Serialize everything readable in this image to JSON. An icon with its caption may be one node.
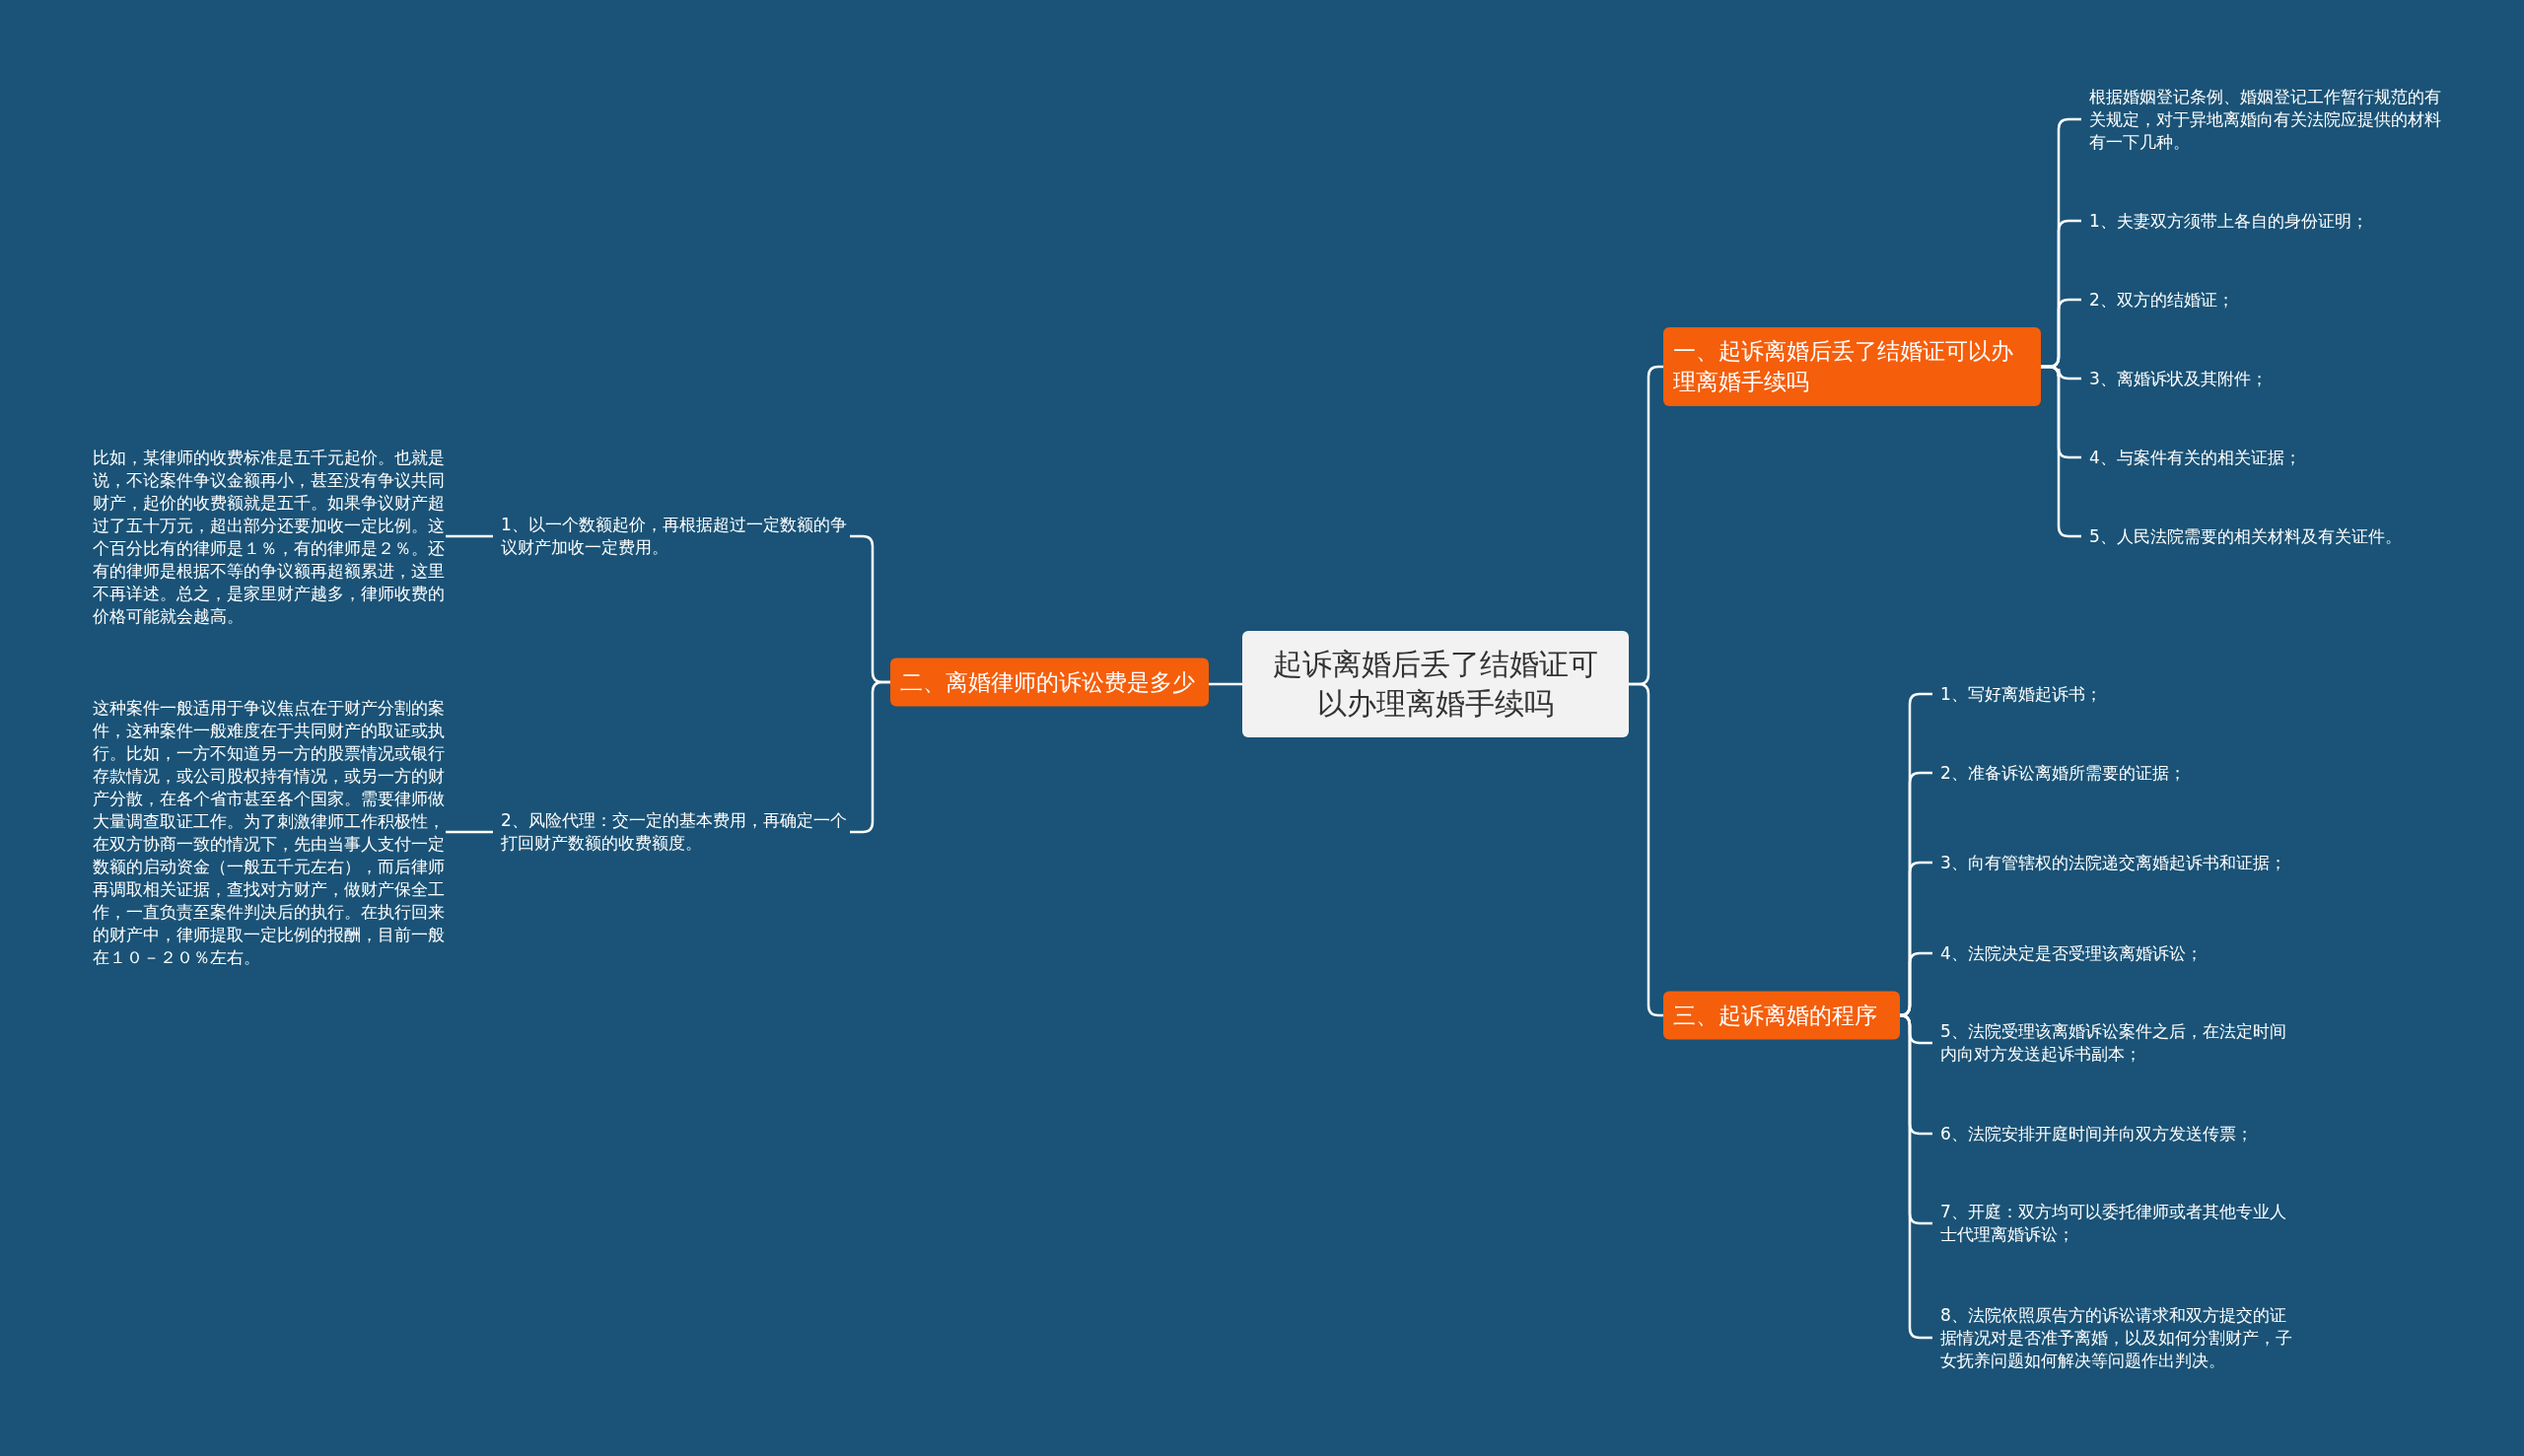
{
  "diagram": {
    "nodes": [
      {
        "text": [
          "起诉离婚后丢了结婚证可以办理离婚手续吗"
        ]
      },
      {
        "text": [
          "一、起诉离婚后丢了结婚证可以办理离婚手续吗"
        ]
      },
      {
        "text": [
          "根据婚姻登记条例、婚姻登记工作暂行规范的有关规定，对于异地离婚向有关法院应提供的材料有一下几种。"
        ]
      },
      {
        "text": [
          "1、夫妻双方须带上各自的身份证明；"
        ]
      },
      {
        "text": [
          "2、双方的结婚证；"
        ]
      },
      {
        "text": [
          "3、离婚诉状及其附件；"
        ]
      },
      {
        "text": [
          "4、与案件有关的相关证据；"
        ]
      },
      {
        "text": [
          "5、人民法院需要的相关材料及有关证件。"
        ]
      },
      {
        "text": [
          "二、离婚律师的诉讼费是多少"
        ]
      },
      {
        "text": [
          "1、以一个数额起价，再根据超过一定数额的争议财产加收一定费用。"
        ]
      },
      {
        "text": [
          "2、风险代理：交一定的基本费用，再确定一个打回财产数额的收费额度。"
        ]
      },
      {
        "text": [
          "比如，某律师的收费标准是五千元起价。也就是说，不论案件争议金额再小，甚至没有争议共同财产，起价的收费额就是五千。如果争议财产超过了五十万元，超出部分还要加收一定比例。这个百分比有的律师是１％，有的律师是２％。还有的律师是根据不等的争议额再超额累进，这里不再详述。总之，是家里财产越多，律师收费的价格可能就会越高。"
        ]
      },
      {
        "text": [
          "这种案件一般适用于争议焦点在于财产分割的案件，这种案件一般难度在于共同财产的取证或执行。比如，一方不知道另一方的股票情况或银行存款情况，或公司股权持有情况，或另一方的财产分散，在各个省市甚至各个国家。需要律师做大量调查取证工作。为了刺激律师工作积极性，在双方协商一致的情况下，先由当事人支付一定数额的启动资金（一般五千元左右），而后律师再调取相关证据，查找对方财产，做财产保全工作，一直负责至案件判决后的执行。在执行回来的财产中，律师提取一定比例的报酬，目前一般在１０－２０％左右。"
        ]
      },
      {
        "text": [
          "三、起诉离婚的程序"
        ]
      },
      {
        "text": [
          "1、写好离婚起诉书；"
        ]
      },
      {
        "text": [
          "2、准备诉讼离婚所需要的证据；"
        ]
      },
      {
        "text": [
          "3、向有管辖权的法院递交离婚起诉书和证据；"
        ]
      },
      {
        "text": [
          "4、法院决定是否受理该离婚诉讼；"
        ]
      },
      {
        "text": [
          "5、法院受理该离婚诉讼案件之后，在法定时间内向对方发送起诉书副本；"
        ]
      },
      {
        "text": [
          "6、法院安排开庭时间并向双方发送传票；"
        ]
      },
      {
        "text": [
          "7、开庭：双方均可以委托律师或者其他专业人士代理离婚诉讼；"
        ]
      },
      {
        "text": [
          "8、法院依照原告方的诉讼请求和双方提交的证据情况对是否准予离婚，以及如何分割财产，子女抚养问题如何解决等问题作出判决。"
        ]
      }
    ],
    "edges": [
      {
        "from": 0,
        "to": 1,
        "arrow": "none"
      },
      {
        "from": 0,
        "to": 8,
        "arrow": "none"
      },
      {
        "from": 0,
        "to": 13,
        "arrow": "none"
      },
      {
        "from": 1,
        "to": 2,
        "arrow": "none"
      },
      {
        "from": 1,
        "to": 3,
        "arrow": "none"
      },
      {
        "from": 1,
        "to": 4,
        "arrow": "none"
      },
      {
        "from": 1,
        "to": 5,
        "arrow": "none"
      },
      {
        "from": 1,
        "to": 6,
        "arrow": "none"
      },
      {
        "from": 1,
        "to": 7,
        "arrow": "none"
      },
      {
        "from": 8,
        "to": 9,
        "arrow": "none"
      },
      {
        "from": 8,
        "to": 10,
        "arrow": "none"
      },
      {
        "from": 9,
        "to": 11,
        "arrow": "none"
      },
      {
        "from": 10,
        "to": 12,
        "arrow": "none"
      },
      {
        "from": 13,
        "to": 14,
        "arrow": "none"
      },
      {
        "from": 13,
        "to": 15,
        "arrow": "none"
      },
      {
        "from": 13,
        "to": 16,
        "arrow": "none"
      },
      {
        "from": 13,
        "to": 17,
        "arrow": "none"
      },
      {
        "from": 13,
        "to": 18,
        "arrow": "none"
      },
      {
        "from": 13,
        "to": 19,
        "arrow": "none"
      },
      {
        "from": 13,
        "to": 20,
        "arrow": "none"
      },
      {
        "from": 13,
        "to": 21,
        "arrow": "none"
      }
    ]
  }
}
